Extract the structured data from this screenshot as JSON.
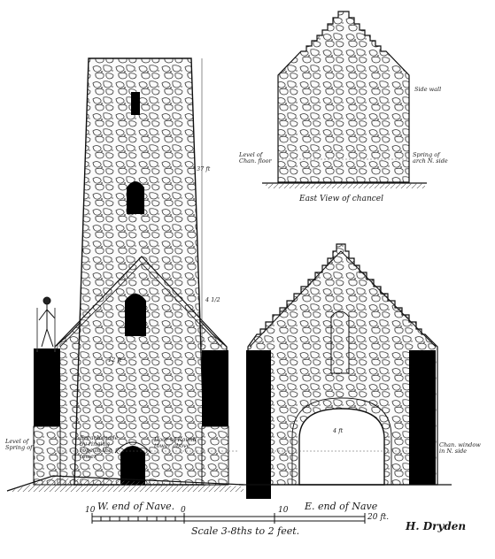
{
  "captions": {
    "east_view": "East View of chancel",
    "west_end": "W. end of Nave.",
    "east_end": "E. end of Nave",
    "scale_label": "Scale 3-8ths to 2 feet.",
    "scale_left": "10",
    "scale_zero": "0",
    "scale_mid": "10",
    "scale_right": "20 ft.",
    "signature": "H. Dryden"
  },
  "annotations": {
    "side_wall": "Side wall",
    "level_floor": "Level of Chan. floor",
    "spring_arch": "Spring of arch N. side",
    "level_spring": "Level of Spring of",
    "door_note_left": "Breach made by ringing rope in the tower",
    "door_note_right": "Door of Round tower above",
    "chan_window": "Chan. window in N. side",
    "tower_height": "37 ft",
    "dim_gable": "4 1/2",
    "dim_mid": "12 ft",
    "dim_low": "4 ft"
  }
}
